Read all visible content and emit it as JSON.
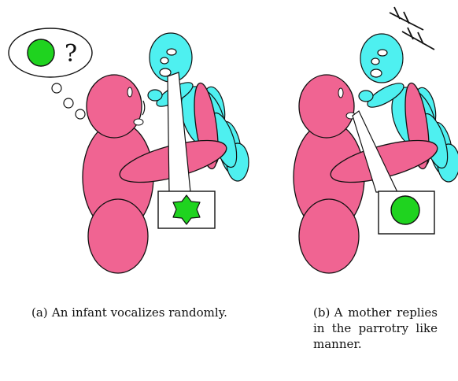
{
  "thought_bubble": {
    "symbol": "?"
  },
  "colors": {
    "mother": "#f06492",
    "infant": "#4ef0f0",
    "sound_shape": "#1fd31f",
    "outline": "#111111"
  },
  "panels": [
    {
      "label": "(a)",
      "caption": "An infant vocalizes randomly.",
      "sound_shape": "star"
    },
    {
      "label": "(b)",
      "caption": "A mother replies in the parrotry like manner.",
      "sound_shape": "circle"
    }
  ]
}
